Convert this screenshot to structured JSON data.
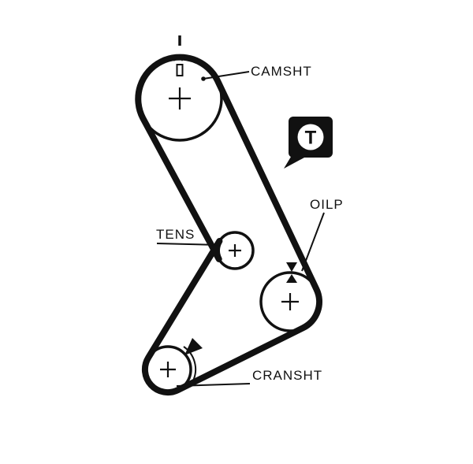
{
  "page": {
    "background": "#ffffff"
  },
  "diagram": {
    "type": "timing-belt-routing",
    "labels": {
      "camshaft": "CAMSHT",
      "oil_pump": "OILP",
      "tensioner": "TENS",
      "crankshaft": "CRANSHT"
    },
    "badge": {
      "letter": "T",
      "meaning": "tensioner-tool-badge"
    },
    "icons": {
      "timing_marks": "filled-triangle-arrows",
      "pulley_centers": "plus-cross"
    },
    "colors": {
      "line": "#111111",
      "background": "#ffffff"
    }
  }
}
